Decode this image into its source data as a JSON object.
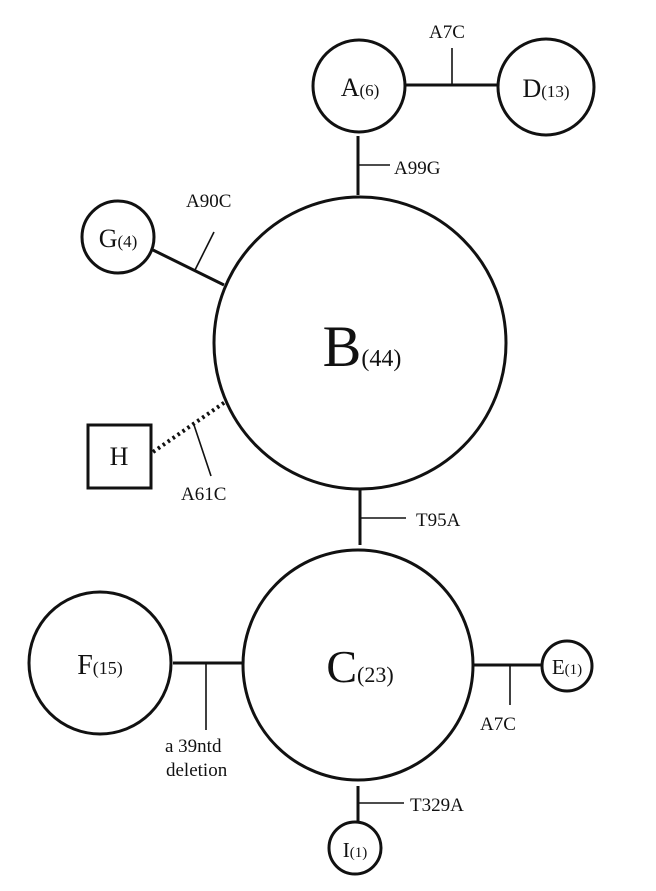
{
  "nodes": {
    "A": {
      "letter": "A",
      "count": "(6)"
    },
    "D": {
      "letter": "D",
      "count": "(13)"
    },
    "G": {
      "letter": "G",
      "count": "(4)"
    },
    "B": {
      "letter": "B",
      "count": "(44)"
    },
    "H": {
      "letter": "H"
    },
    "C": {
      "letter": "C",
      "count": "(23)"
    },
    "F": {
      "letter": "F",
      "count": "(15)"
    },
    "E": {
      "letter": "E",
      "count": "(1)"
    },
    "I": {
      "letter": "I",
      "count": "(1)"
    }
  },
  "mutations": {
    "a_d": "A7C",
    "a_b": "A99G",
    "g_b": "A90C",
    "h_b": "A61C",
    "b_c": "T95A",
    "f_c_line1": "a 39ntd",
    "f_c_line2": "deletion",
    "c_e": "A7C",
    "c_i": "T329A"
  }
}
